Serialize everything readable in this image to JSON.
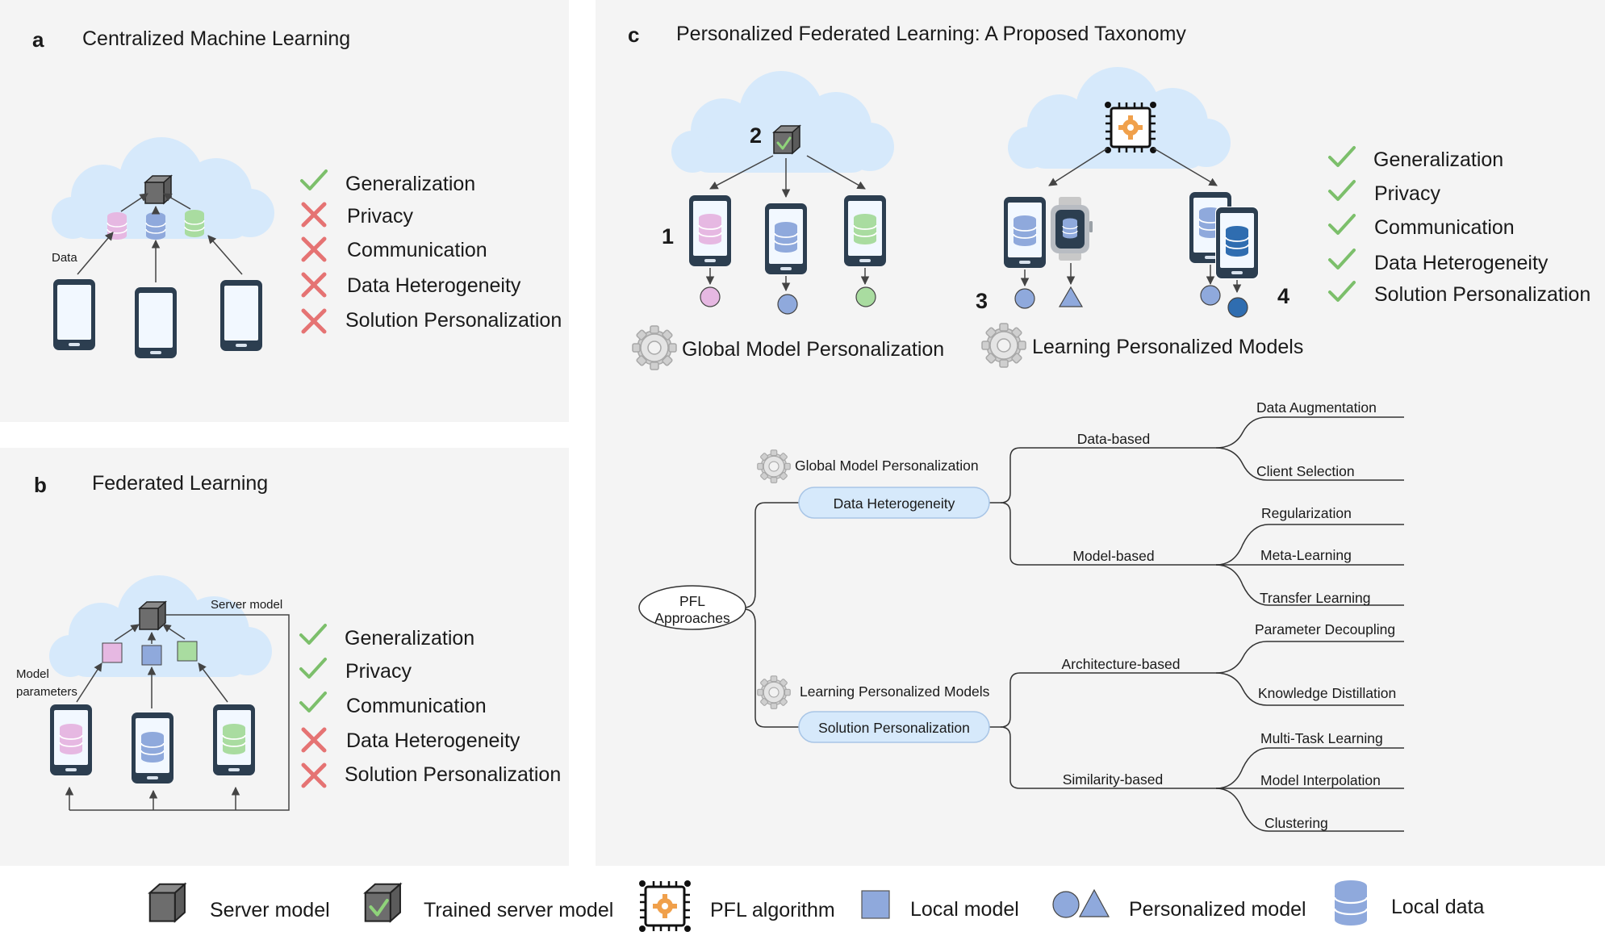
{
  "panel_a": {
    "letter": "a",
    "title": "Centralized Machine Learning",
    "data_label": "Data",
    "checklist": [
      {
        "label": "Generalization",
        "status": "check"
      },
      {
        "label": "Privacy",
        "status": "cross"
      },
      {
        "label": "Communication",
        "status": "cross"
      },
      {
        "label": "Data Heterogeneity",
        "status": "cross"
      },
      {
        "label": "Solution Personalization",
        "status": "cross"
      }
    ]
  },
  "panel_b": {
    "letter": "b",
    "title": "Federated Learning",
    "server_model_label": "Server model",
    "model_params_label_1": "Model",
    "model_params_label_2": "parameters",
    "checklist": [
      {
        "label": "Generalization",
        "status": "check"
      },
      {
        "label": "Privacy",
        "status": "check"
      },
      {
        "label": "Communication",
        "status": "check"
      },
      {
        "label": "Data Heterogeneity",
        "status": "cross"
      },
      {
        "label": "Solution Personalization",
        "status": "cross"
      }
    ]
  },
  "panel_c": {
    "letter": "c",
    "title": "Personalized Federated Learning: A Proposed Taxonomy",
    "numbers": [
      "1",
      "2",
      "3",
      "4"
    ],
    "global_label": "Global Model Personalization",
    "learning_label": "Learning Personalized Models",
    "checklist": [
      {
        "label": "Generalization",
        "status": "check"
      },
      {
        "label": "Privacy",
        "status": "check"
      },
      {
        "label": "Communication",
        "status": "check"
      },
      {
        "label": "Data Heterogeneity",
        "status": "check"
      },
      {
        "label": "Solution Personalization",
        "status": "check"
      }
    ],
    "tree": {
      "root_line1": "PFL",
      "root_line2": "Approaches",
      "branch1_category": "Global Model Personalization",
      "branch1_node": "Data Heterogeneity",
      "branch2_category": "Learning Personalized Models",
      "branch2_node": "Solution Personalization",
      "data_based": "Data-based",
      "model_based": "Model-based",
      "architecture_based": "Architecture-based",
      "similarity_based": "Similarity-based",
      "leaves": {
        "data_augmentation": "Data Augmentation",
        "client_selection": "Client Selection",
        "regularization": "Regularization",
        "meta_learning": "Meta-Learning",
        "transfer_learning": "Transfer Learning",
        "parameter_decoupling": "Parameter Decoupling",
        "knowledge_distillation": "Knowledge Distillation",
        "multi_task_learning": "Multi-Task Learning",
        "model_interpolation": "Model Interpolation",
        "clustering": "Clustering"
      }
    }
  },
  "legend": {
    "server_model": "Server model",
    "trained_server_model": "Trained server model",
    "pfl_algorithm": "PFL algorithm",
    "local_model": "Local model",
    "personalized_model": "Personalized model",
    "local_data": "Local data"
  },
  "colors": {
    "panel_bg": "#f4f4f4",
    "cloud": "#d6e9fb",
    "phone_frame": "#2c3e50",
    "phone_screen": "#f2f8ff",
    "check": "#7cbf6b",
    "cross": "#e57373",
    "pink": "#e6b8e2",
    "blue": "#8fa9dc",
    "green": "#a9dca0",
    "dark_blue": "#2f6db0",
    "node_fill": "#d6e9fb",
    "gear": "#c9c9c9",
    "orange": "#f0a04b"
  }
}
